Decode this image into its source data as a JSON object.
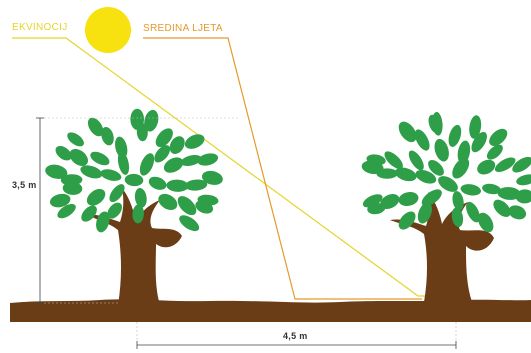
{
  "labels": {
    "equinox": "EKVINOCIJ",
    "summer": "SREDINA LJETA",
    "height": "3,5 m",
    "distance": "4,5 m"
  },
  "colors": {
    "equinox_line": "#e6d42a",
    "summer_line": "#e59a2c",
    "sun": "#f7e10e",
    "leaf": "#2e9e48",
    "trunk": "#6b3d17",
    "ground": "#6b3d17",
    "dimension": "#444444"
  }
}
